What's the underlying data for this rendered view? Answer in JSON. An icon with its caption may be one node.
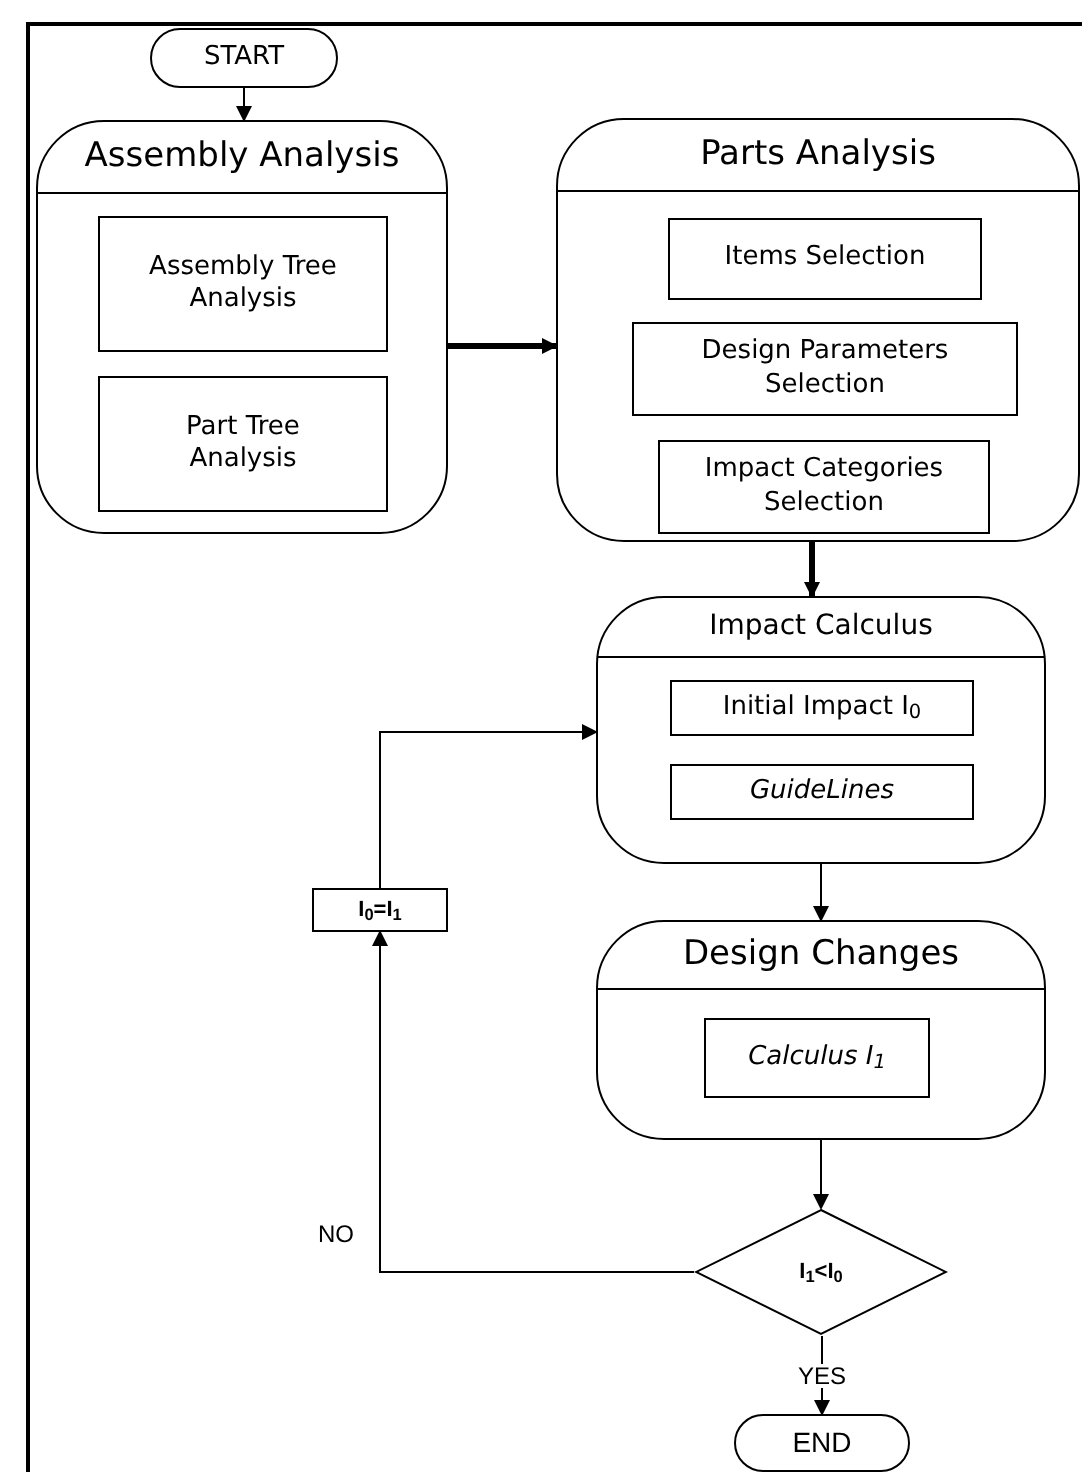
{
  "diagram": {
    "nodes": [
      {
        "text": [
          "START"
        ]
      },
      {
        "text": [
          "Assembly Analysis"
        ]
      },
      {
        "text": [
          "Assembly Tree Analysis"
        ],
        "in": 1
      },
      {
        "text": [
          "Part Tree Analysis"
        ],
        "in": 1
      },
      {
        "text": [
          "Parts Analysis"
        ]
      },
      {
        "text": [
          "Items Selection"
        ],
        "in": 4
      },
      {
        "text": [
          "Design Parameters Selection"
        ],
        "in": 4
      },
      {
        "text": [
          "Impact Categories Selection"
        ],
        "in": 4
      },
      {
        "text": [
          "Impact Calculus"
        ]
      },
      {
        "text": [
          "Initial Impact I$_{0}$"
        ],
        "in": 8
      },
      {
        "text": [
          "GuideLines"
        ],
        "in": 8
      },
      {
        "text": [
          "I$_{0}$=I$_{1}$"
        ]
      },
      {
        "text": [
          "Design Changes"
        ]
      },
      {
        "text": [
          "Calculus I$_{1}$"
        ],
        "in": 12
      },
      {
        "text": [
          "I$_{1}$<I$_{0}$"
        ]
      },
      {
        "text": [
          "END"
        ]
      }
    ],
    "edges": [
      {
        "from": 0,
        "to": 1,
        "arrow": "to"
      },
      {
        "from": 1,
        "to": 4,
        "arrow": "to",
        "style": "thick"
      },
      {
        "from": 4,
        "to": 8,
        "arrow": "to",
        "style": "thick"
      },
      {
        "from": 8,
        "to": 12,
        "arrow": "to"
      },
      {
        "from": 12,
        "to": 14,
        "arrow": "to"
      },
      {
        "from": 14,
        "to": 11,
        "arrow": "to",
        "label": "NO"
      },
      {
        "from": 11,
        "to": 8,
        "arrow": "to"
      },
      {
        "from": 14,
        "to": 15,
        "arrow": "to",
        "label": "YES"
      }
    ]
  }
}
